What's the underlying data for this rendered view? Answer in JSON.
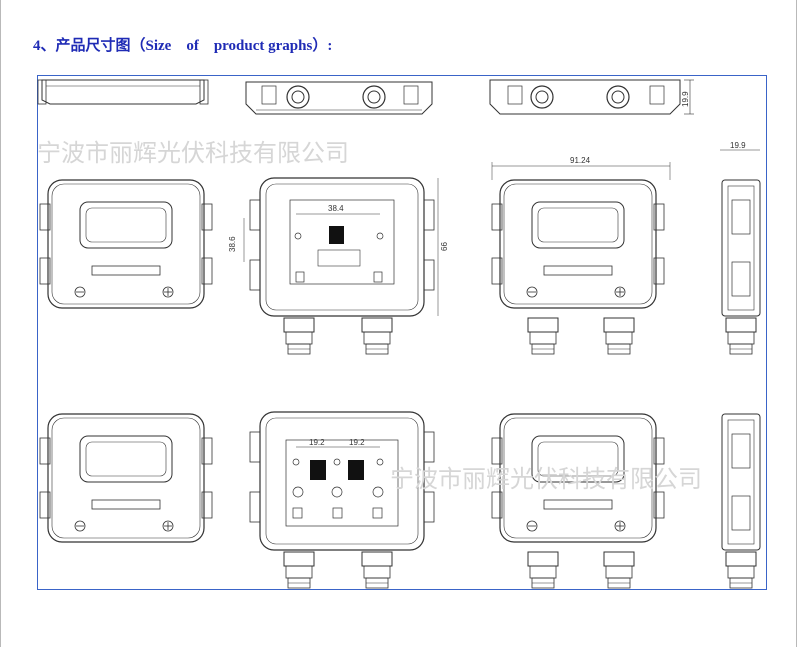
{
  "heading": "4、产品尺寸图（Size    of    product graphs）:",
  "watermark": "宁波市丽辉光伏科技有限公司",
  "dimensions": {
    "height_top": "19.9",
    "height_side": "19.9",
    "width_overall": "91.24",
    "single_gap": "38.4",
    "left_height": "38.6",
    "right_height": "66",
    "dual_gap_a": "19.2",
    "dual_gap_b": "19.2"
  },
  "colors": {
    "heading": "#1f2bb5",
    "frame": "#3a64c8",
    "line": "#333333",
    "watermark": "#d6d6d6"
  }
}
